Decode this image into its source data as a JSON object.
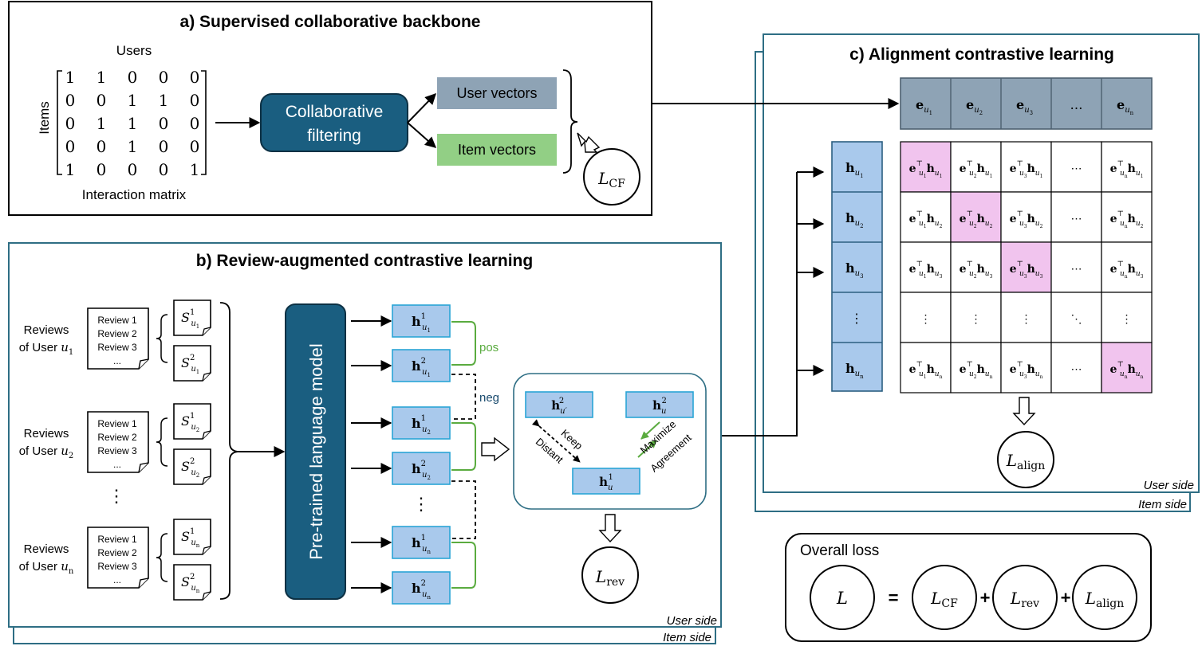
{
  "panel_a": {
    "title": "a) Supervised collaborative backbone",
    "users_label": "Users",
    "items_label": "Items",
    "matrix": [
      [
        1,
        1,
        0,
        0,
        0
      ],
      [
        0,
        0,
        1,
        1,
        0
      ],
      [
        0,
        1,
        1,
        0,
        0
      ],
      [
        0,
        0,
        1,
        0,
        0
      ],
      [
        1,
        0,
        0,
        0,
        1
      ]
    ],
    "matrix_caption": "Interaction matrix",
    "cf_box": [
      "Collaborative",
      "filtering"
    ],
    "user_vectors": "User vectors",
    "item_vectors": "Item vectors",
    "loss": {
      "base": "L",
      "sub": "CF"
    }
  },
  "panel_b": {
    "title": "b) Review-augmented contrastive learning",
    "side_front": "User side",
    "side_back": "Item side",
    "users": [
      {
        "line1": "Reviews",
        "line2": "of User ",
        "var": "u",
        "sub": "1"
      },
      {
        "line1": "Reviews",
        "line2": "of User ",
        "var": "u",
        "sub": "2"
      },
      {
        "line1": "Reviews",
        "line2": "of User ",
        "var": "u",
        "sub": "n"
      }
    ],
    "review_lines": [
      "Review 1",
      "Review 2",
      "Review 3",
      "..."
    ],
    "sample_var": "S",
    "vdots": "⋮",
    "plm": "Pre-trained language model",
    "h_var": "h",
    "pos": "pos",
    "neg": "neg",
    "inset": {
      "keep": "Keep",
      "distant": "Distant",
      "maximize": "Maximize",
      "agreement": "Agreement"
    },
    "loss": {
      "base": "L",
      "sub": "rev"
    }
  },
  "panel_c": {
    "title": "c) Alignment contrastive learning",
    "side_front": "User side",
    "side_back": "Item side",
    "e_var": "e",
    "h_var": "h",
    "indices": [
      "1",
      "2",
      "3",
      "…",
      "n"
    ],
    "transpose": "⊤",
    "loss": {
      "base": "L",
      "sub": "align"
    }
  },
  "overall": {
    "title": "Overall loss",
    "L": "L",
    "eq": "=",
    "plus": "+",
    "terms": [
      {
        "base": "L",
        "sub": "CF"
      },
      {
        "base": "L",
        "sub": "rev"
      },
      {
        "base": "L",
        "sub": "align"
      }
    ]
  },
  "colors": {
    "teal_dark": "#1a5e80",
    "teal_border": "#2e6e84",
    "user_vec": "#8ea3b5",
    "item_vec": "#92cf85",
    "h_box": "#a9c9ec",
    "h_border": "#2aa5d6",
    "e_header": "#8ea3b5",
    "pink": "#f1c4ee",
    "green": "#5aab3f"
  }
}
